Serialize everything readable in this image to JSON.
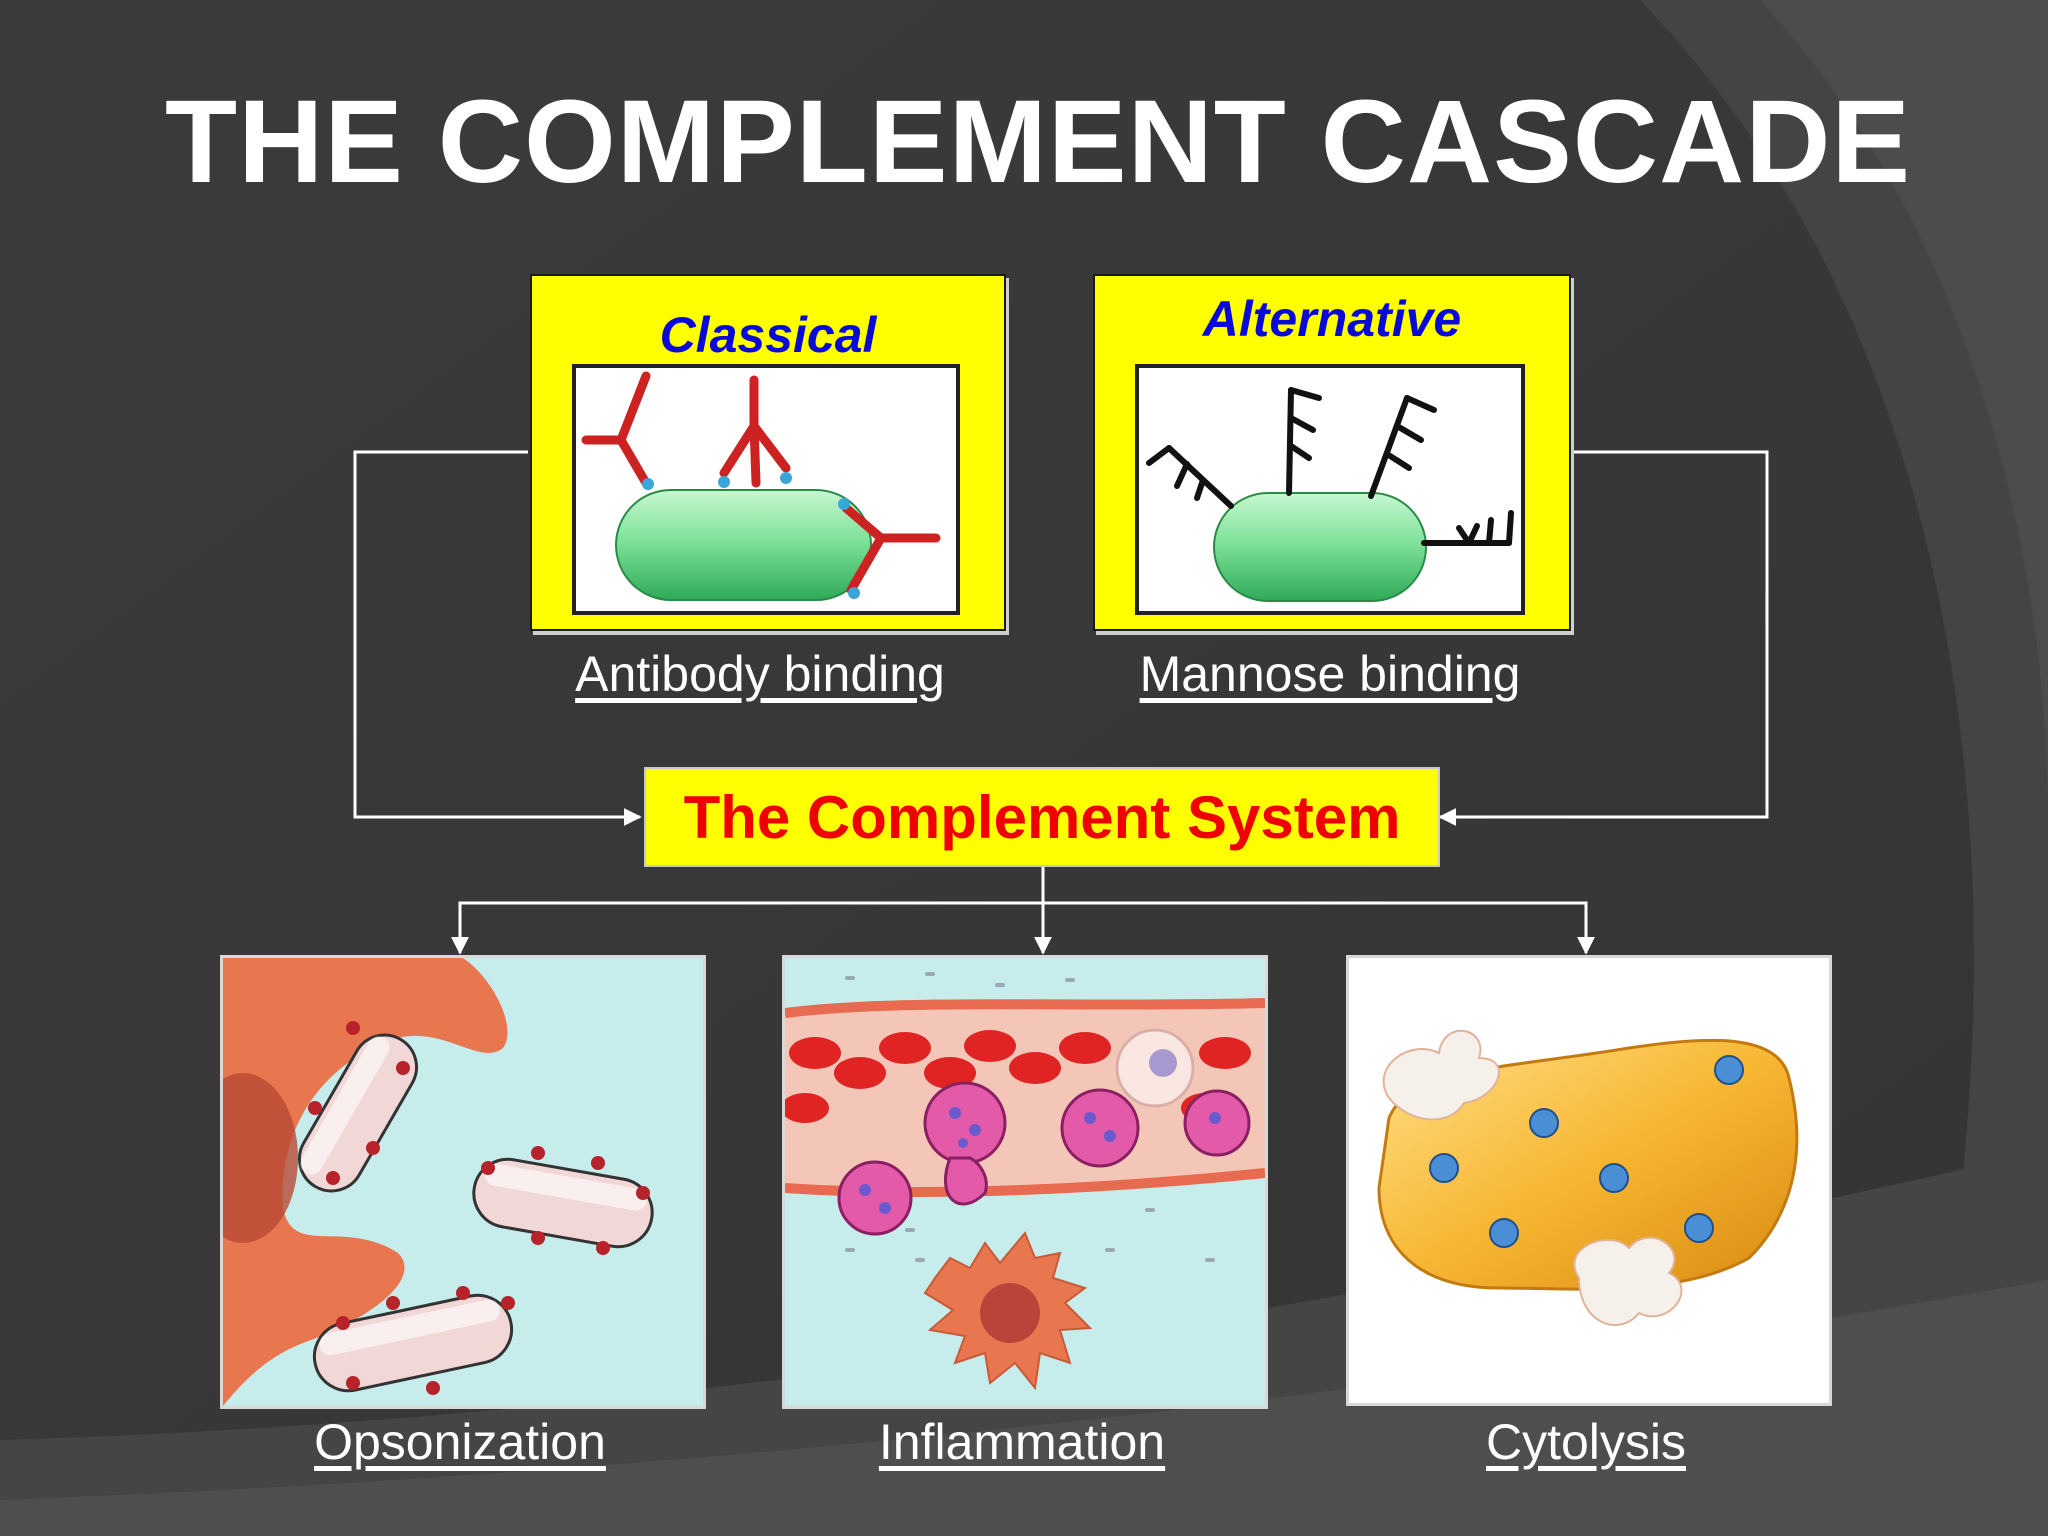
{
  "slide": {
    "title": "THE COMPLEMENT CASCADE"
  },
  "pathways": [
    {
      "name": "Classical",
      "caption": "Antibody binding"
    },
    {
      "name": "Alternative",
      "caption": "Mannose binding"
    }
  ],
  "center": {
    "label": "The Complement System"
  },
  "outcomes": [
    {
      "caption": "Opsonization"
    },
    {
      "caption": "Inflammation"
    },
    {
      "caption": "Cytolysis"
    }
  ],
  "colors": {
    "background": "#3a3a3a",
    "panel_yellow": "#ffff00",
    "pathway_text": "#0a0ad8",
    "system_text": "#ee0000",
    "antibody_red": "#cc2222",
    "bacterium_green": "#5ccf7c"
  }
}
